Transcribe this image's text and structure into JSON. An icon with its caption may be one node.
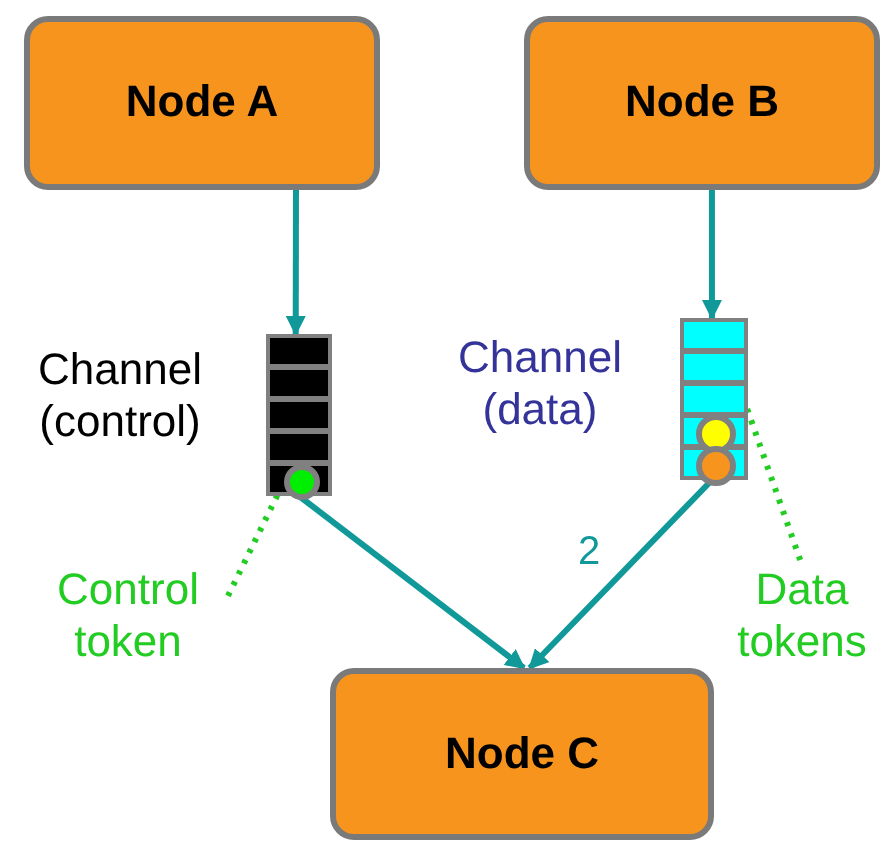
{
  "diagram": {
    "nodes": [
      {
        "text": [
          "Node A"
        ]
      },
      {
        "text": [
          "Node B"
        ]
      },
      {
        "text": [
          "Node C"
        ]
      },
      {
        "text": [],
        "shape": "bar",
        "beside": [
          "Channel (control)"
        ]
      },
      {
        "text": [],
        "shape": "bar",
        "beside": [
          "Channel (data)"
        ]
      },
      {
        "text": [
          "Control token"
        ]
      },
      {
        "text": [],
        "shape": "circle",
        "in": 3
      },
      {
        "text": [
          "Data tokens"
        ]
      }
    ],
    "edges": [
      {
        "from": 0,
        "to": 3,
        "arrow": "to"
      },
      {
        "from": 1,
        "to": 4,
        "arrow": "to"
      },
      {
        "from": 3,
        "to": 2,
        "arrow": "to"
      },
      {
        "from": 4,
        "to": 2,
        "arrow": "to",
        "label": "2"
      },
      {
        "from": 5,
        "to": 6,
        "arrow": "none",
        "style": "dashed",
        "color": "#22cc22"
      },
      {
        "from": 7,
        "to": 4,
        "arrow": "none",
        "style": "dashed",
        "color": "#22cc22"
      }
    ]
  }
}
